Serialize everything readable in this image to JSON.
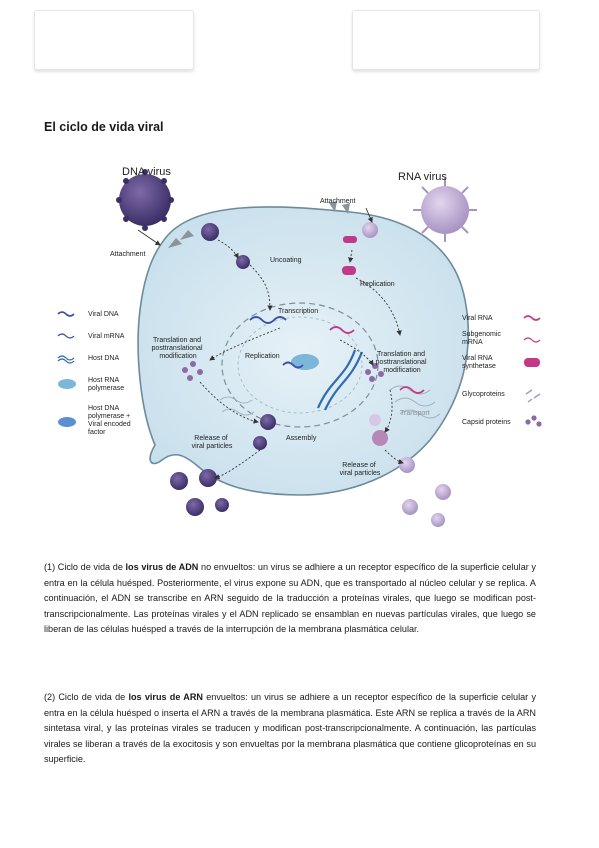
{
  "title": "El ciclo de vida viral",
  "diagram": {
    "dna_virus": "DNA virus",
    "rna_virus": "RNA virus",
    "attachment_left": "Attachment",
    "attachment_right": "Attachment",
    "uncoating": "Uncoating",
    "replication_right": "Replication",
    "transcription": "Transcription",
    "translation_left": [
      "Translation and",
      "posttranslational",
      "modification"
    ],
    "replication_center": "Replication",
    "translation_right": [
      "Translation and",
      "posttranslational",
      "modification"
    ],
    "transport": "Transport",
    "assembly": "Assembly",
    "release_left": [
      "Release of",
      "viral particles"
    ],
    "release_right": [
      "Release of",
      "viral particles"
    ],
    "legend_left": [
      {
        "label": [
          "Viral DNA"
        ],
        "icon": "viral-dna-icon"
      },
      {
        "label": [
          "Viral mRNA"
        ],
        "icon": "viral-mrna-icon"
      },
      {
        "label": [
          "Host DNA"
        ],
        "icon": "host-dna-icon"
      },
      {
        "label": [
          "Host RNA",
          "polymerase"
        ],
        "icon": "host-rna-polymerase-icon"
      },
      {
        "label": [
          "Host DNA",
          "polymerase +",
          "Viral encoded",
          "factor"
        ],
        "icon": "host-dna-polymerase-icon"
      }
    ],
    "legend_right": [
      {
        "label": [
          "Viral RNA"
        ],
        "icon": "viral-rna-icon"
      },
      {
        "label": [
          "Subgenomic",
          "mRNA"
        ],
        "icon": "subgenomic-mrna-icon"
      },
      {
        "label": [
          "Viral RNA",
          "synthetase"
        ],
        "icon": "viral-rna-synthetase-icon"
      },
      {
        "label": [
          "Glycoproteins"
        ],
        "icon": "glycoprotein-icon"
      },
      {
        "label": [
          "Capsid proteins"
        ],
        "icon": "capsid-protein-icon"
      }
    ],
    "colors": {
      "cell": "#cfe4ef",
      "cell_border": "#6f8a9b",
      "dna_virus": "#4a3a78",
      "rna_virus": "#b9a6cc",
      "viral_dna": "#3a4fa8",
      "viral_rna": "#c23a86"
    }
  },
  "para1": {
    "pre": "(1) Ciclo de vida de ",
    "bold": "los virus de ADN",
    "post": " no envueltos: un virus se adhiere a un receptor específico de la superficie celular y entra en la célula huésped. Posteriormente, el virus expone su ADN, que es transportado al núcleo celular y se replica. A continuación, el ADN se transcribe en ARN seguido de la traducción a proteínas virales, que luego se modifican post-transcripcionalmente. Las proteínas virales y el ADN replicado se ensamblan en nuevas partículas virales, que luego se liberan de las células huésped a través de la interrupción de la membrana plasmática celular."
  },
  "para2": {
    "pre": "(2) Ciclo de vida de ",
    "bold": "los virus de ARN",
    "post": " envueltos: un virus se adhiere a un receptor específico de la superficie celular y entra en la célula huésped o inserta el ARN a través de la membrana plasmática.  Este ARN se replica a través de la ARN sintetasa viral, y las proteínas virales se traducen y modifican post-transcripcionalmente. A continuación, las partículas virales se liberan a través de la exocitosis y son envueltas por la membrana plasmática que contiene glicoproteínas en su superficie."
  }
}
